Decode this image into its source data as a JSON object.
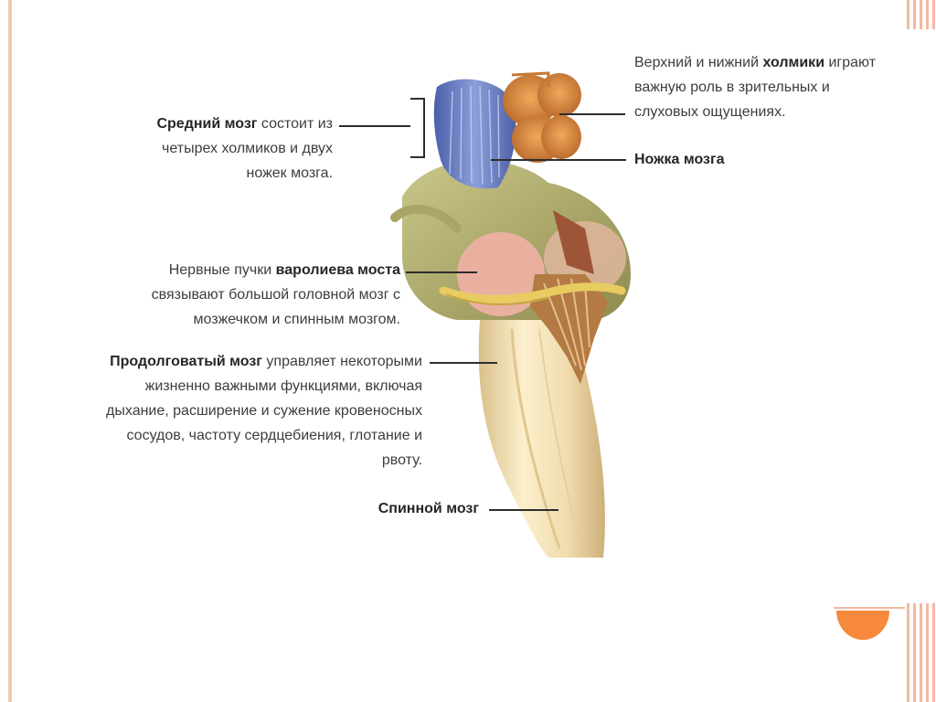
{
  "labels": {
    "midbrain": {
      "bold": "Средний мозг",
      "line1_rest": " состоит из",
      "line2": "четырех холмиков и двух",
      "line3": "ножек мозга."
    },
    "colliculi": {
      "line1_pre": "Верхний и нижний ",
      "line1_bold": "холмики",
      "line1_post": " играют",
      "line2": "важную роль в зрительных и",
      "line3": "слуховых ощущениях."
    },
    "peduncle": {
      "bold": "Ножка мозга"
    },
    "pons": {
      "line1_pre": "Нервные пучки ",
      "line1_bold": "варолиева моста",
      "line2": "связывают большой головной мозг с",
      "line3": "мозжечком и спинным мозгом."
    },
    "medulla": {
      "bold": "Продолговатый мозг",
      "line1_rest": " управляет некоторыми",
      "line2": "жизненно важными функциями, включая",
      "line3": "дыхание, расширение и сужение кровеносных",
      "line4": "сосудов,  частоту сердцебиения, глотание и",
      "line5": "рвоту."
    },
    "spinal": {
      "bold": "Спинной мозг"
    }
  },
  "colors": {
    "accent_orange": "#f7893c",
    "peduncle_blue": "#6f86c9",
    "colliculi_orange": "#d98a3f",
    "pons_pink": "#e9b0a0",
    "stem_cream": "#f1dcae",
    "cerebellar_green": "#b9b77a"
  }
}
